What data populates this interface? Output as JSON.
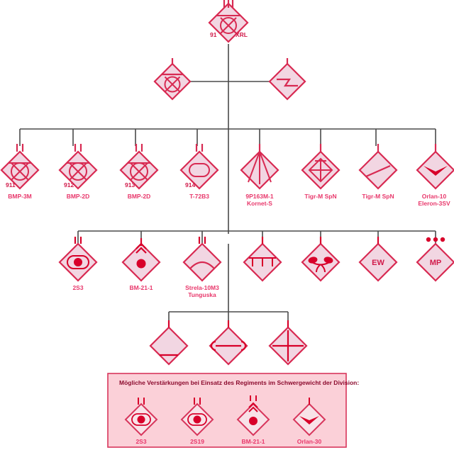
{
  "colors": {
    "symbol_stroke": "#d82a52",
    "symbol_fill": "#f2d6e2",
    "label_text": "#e8376b",
    "line": "#4a4a4a",
    "accent_red": "#d11a4a",
    "box_fill": "#fbd0d8",
    "box_stroke": "#d8365c",
    "box_title_text": "#8c0b2e",
    "background": "#ffffff"
  },
  "diagram": {
    "type": "military-organization-chart",
    "levels": [
      {
        "level": 1,
        "name": "regiment-hq",
        "units": [
          {
            "id": "regiment",
            "symbol": "mechanized-infantry-regiment",
            "echelon": "|||",
            "left_label": "91",
            "right_label": "XRL",
            "label": ""
          }
        ]
      },
      {
        "level": 2,
        "name": "staff-and-signal",
        "units": [
          {
            "id": "staff",
            "symbol": "headquarters-mechanized",
            "echelon": "|",
            "label": ""
          },
          {
            "id": "signal",
            "symbol": "signal-lightning",
            "echelon": "|",
            "label": ""
          }
        ]
      },
      {
        "level": 3,
        "name": "maneuver-battalions",
        "units": [
          {
            "id": "mrb-911",
            "symbol": "mechanized-infantry",
            "echelon": "||",
            "number": "911",
            "label": "BMP-3M"
          },
          {
            "id": "mrb-912",
            "symbol": "mechanized-infantry",
            "echelon": "||",
            "number": "912",
            "label": "BMP-2D"
          },
          {
            "id": "mrb-913",
            "symbol": "mechanized-infantry",
            "echelon": "||",
            "number": "913",
            "label": "BMP-2D"
          },
          {
            "id": "tank-914",
            "symbol": "tank",
            "echelon": "||",
            "number": "914",
            "label": "T-72B3"
          },
          {
            "id": "antitank",
            "symbol": "anti-tank",
            "echelon": "|",
            "number": "",
            "label": "9P163M-1\nKornet-S"
          },
          {
            "id": "recon-1",
            "symbol": "reconnaissance-cross",
            "echelon": "|",
            "number": "",
            "label": "Tigr-M SpN"
          },
          {
            "id": "recon-2",
            "symbol": "reconnaissance-slash",
            "echelon": "|",
            "number": "",
            "label": "Tigr-M SpN"
          },
          {
            "id": "uav-1",
            "symbol": "uav-wing",
            "echelon": "|",
            "number": "",
            "label": "Orlan-10\nEleron-3SV"
          }
        ]
      },
      {
        "level": 4,
        "name": "combat-support",
        "units": [
          {
            "id": "sp-artillery",
            "symbol": "self-propelled-artillery",
            "echelon": "||",
            "label": "2S3"
          },
          {
            "id": "mlrs",
            "symbol": "rocket-artillery",
            "echelon": "|",
            "label": "BM-21-1"
          },
          {
            "id": "air-defense",
            "symbol": "air-defense",
            "echelon": "||",
            "label": "Strela-10M3\nTunguska"
          },
          {
            "id": "engineer",
            "symbol": "engineer",
            "echelon": "|",
            "label": ""
          },
          {
            "id": "nbc-defense",
            "symbol": "cbrn-defense",
            "echelon": "|",
            "label": ""
          },
          {
            "id": "ew",
            "symbol": "electronic-warfare",
            "echelon": "|",
            "text": "EW",
            "label": ""
          },
          {
            "id": "mp",
            "symbol": "military-police",
            "echelon": "dots",
            "text": "MP",
            "label": ""
          }
        ]
      },
      {
        "level": 5,
        "name": "logistics",
        "units": [
          {
            "id": "supply",
            "symbol": "supply",
            "echelon": "|",
            "label": ""
          },
          {
            "id": "maintenance",
            "symbol": "maintenance",
            "echelon": "|",
            "label": ""
          },
          {
            "id": "medical",
            "symbol": "medical",
            "echelon": "|",
            "label": ""
          }
        ]
      }
    ]
  },
  "reinforcement_box": {
    "title": "Mögliche Verstärkungen bei Einsatz des Regiments im Schwergewicht der Division:",
    "units": [
      {
        "id": "reinf-2s3",
        "symbol": "self-propelled-artillery",
        "echelon": "||",
        "label": "2S3"
      },
      {
        "id": "reinf-2s19",
        "symbol": "self-propelled-artillery",
        "echelon": "||",
        "label": "2S19"
      },
      {
        "id": "reinf-bm21",
        "symbol": "rocket-artillery",
        "echelon": "||",
        "label": "BM-21-1"
      },
      {
        "id": "reinf-orlan30",
        "symbol": "uav-wing",
        "echelon": "|",
        "label": "Orlan-30"
      }
    ]
  }
}
